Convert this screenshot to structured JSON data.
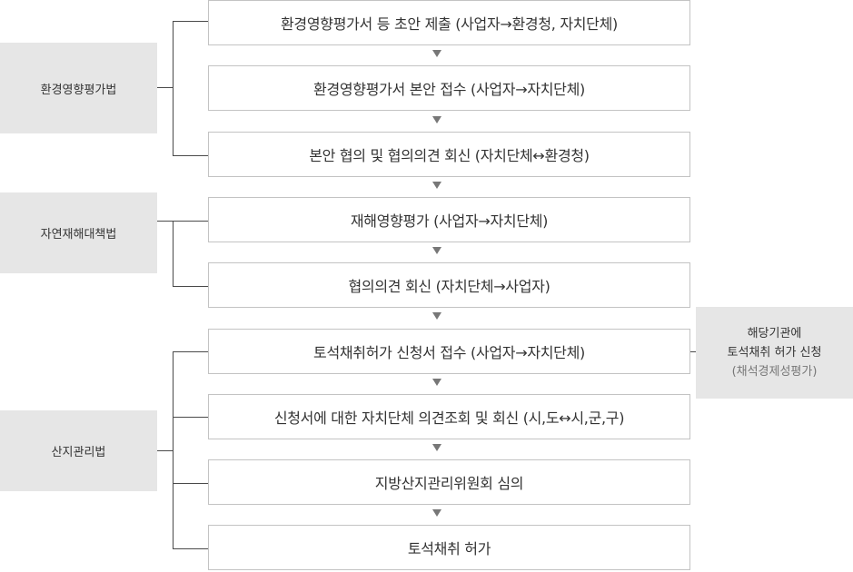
{
  "laws": [
    {
      "label": "환경영향평가법"
    },
    {
      "label": "자연재해대책법"
    },
    {
      "label": "산지관리법"
    }
  ],
  "steps": [
    {
      "label": "환경영향평가서 등 초안 제출 (사업자→환경청, 자치단체)"
    },
    {
      "label": "환경영향평가서 본안 접수 (사업자→자치단체)"
    },
    {
      "label": "본안 협의 및 협의의견 회신 (자치단체↔환경청)"
    },
    {
      "label": "재해영향평가 (사업자→자치단체)"
    },
    {
      "label": "협의의견 회신 (자치단체→사업자)"
    },
    {
      "label": "토석채취허가 신청서 접수 (사업자→자치단체)"
    },
    {
      "label": "신청서에 대한 자치단체 의견조회 및 회신 (시,도↔시,군,구)"
    },
    {
      "label": "지방산지관리위원회 심의"
    },
    {
      "label": "토석채취 허가"
    }
  ],
  "side_note": {
    "line1": "해당기관에",
    "line2": "토석채취 허가 신청",
    "line3": "(채석경제성평가)"
  }
}
